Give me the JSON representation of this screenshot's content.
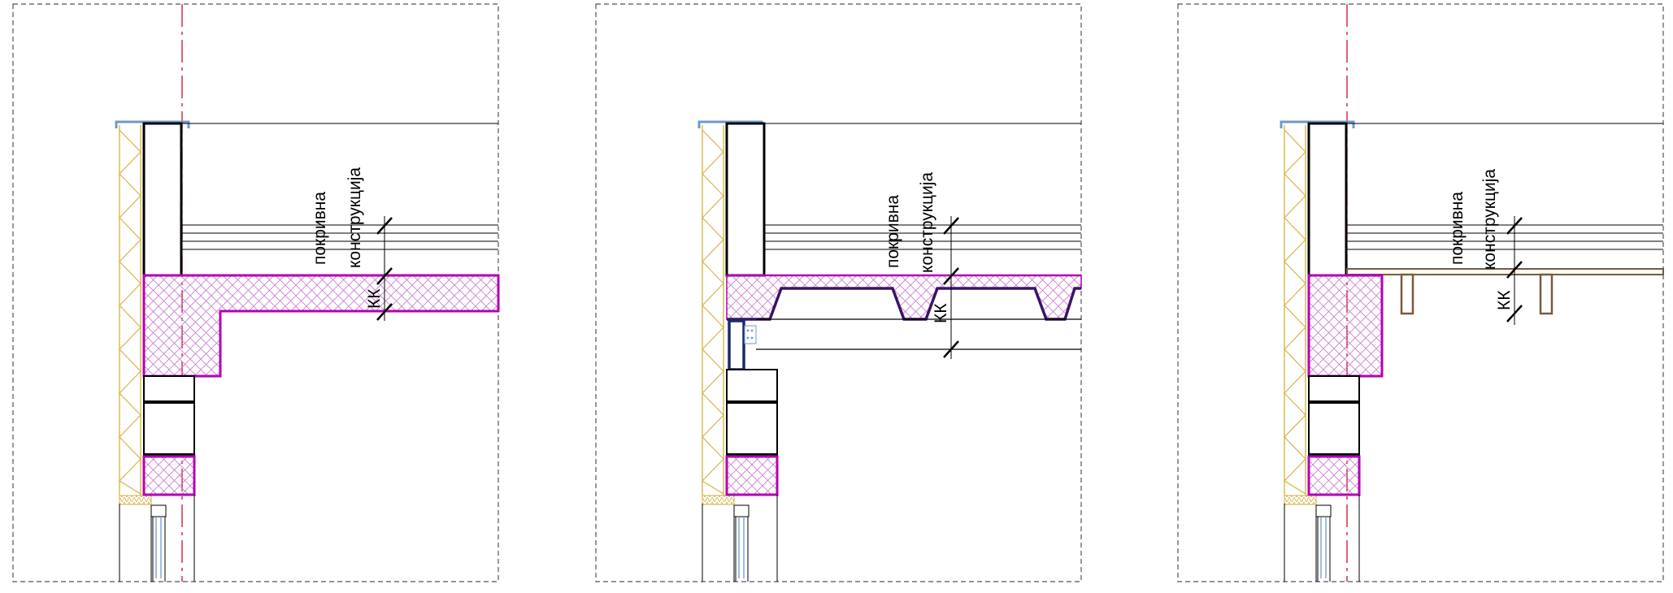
{
  "panels": [
    {
      "id": "slab",
      "label_cover": "покривна",
      "label_structure": "конструкција",
      "label_kk": "КК"
    },
    {
      "id": "trapezoidal",
      "label_cover": "покривна",
      "label_structure": "конструкција",
      "label_kk": "КК"
    },
    {
      "id": "timber",
      "label_cover": "покривна",
      "label_structure": "конструкција",
      "label_kk": "КК"
    }
  ],
  "colors": {
    "concrete": "#b400b4",
    "concrete_hatch": "#c87ad0",
    "insulation": "#d4b03c",
    "flashing": "#6d9bc8",
    "axis": "#c8102e",
    "steel_beam": "#1c2a6b",
    "timber": "#7a5a3a",
    "line": "#000000",
    "frame": "#555555"
  }
}
